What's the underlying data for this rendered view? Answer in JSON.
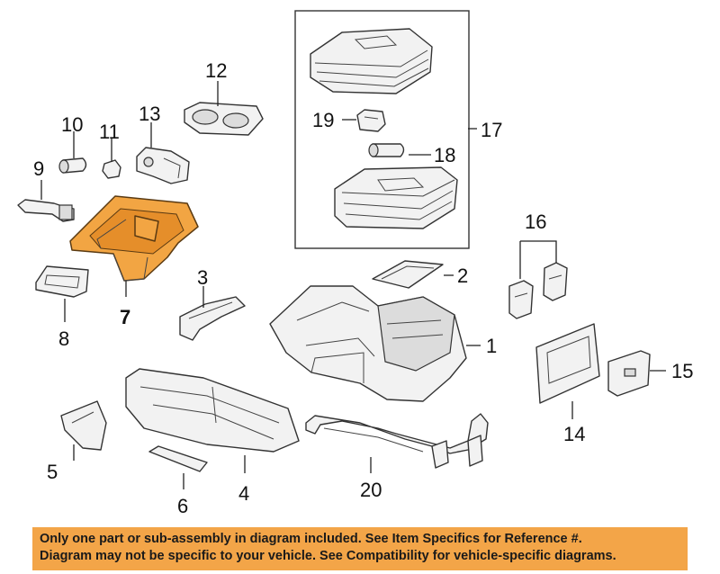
{
  "callouts": {
    "c1": "1",
    "c2": "2",
    "c3": "3",
    "c4": "4",
    "c5": "5",
    "c6": "6",
    "c7": "7",
    "c8": "8",
    "c9": "9",
    "c10": "10",
    "c11": "11",
    "c12": "12",
    "c13": "13",
    "c14": "14",
    "c15": "15",
    "c16": "16",
    "c17": "17",
    "c18": "18",
    "c19": "19",
    "c20": "20"
  },
  "highlighted_part": "7",
  "colors": {
    "highlight": "#f2a543",
    "footer_background": "#f3a548",
    "line": "#333333"
  },
  "footer": {
    "line1": "Only one part or sub-assembly in diagram included. See Item Specifics for Reference #.",
    "line2": "Diagram may not be specific to your vehicle. See Compatibility for vehicle-specific diagrams."
  }
}
